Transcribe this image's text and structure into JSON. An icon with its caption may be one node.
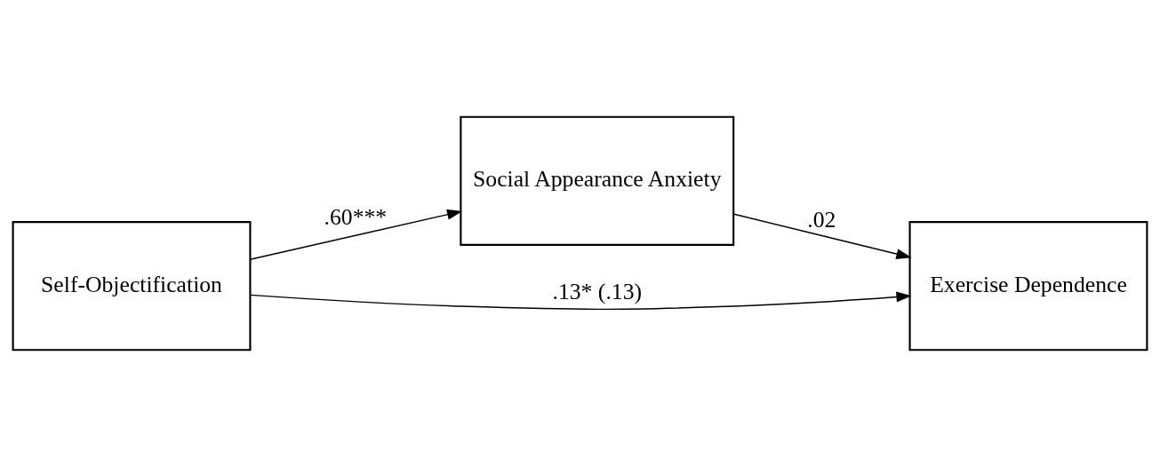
{
  "diagram": {
    "nodes": [
      {
        "text": [
          "Social Appearance Anxiety"
        ]
      },
      {
        "text": [
          "Self-Objectification"
        ]
      },
      {
        "text": [
          "Exercise Dependence"
        ]
      }
    ],
    "edges": [
      {
        "from": 1,
        "to": 0,
        "label": ".60***",
        "arrow": "to"
      },
      {
        "from": 0,
        "to": 2,
        "label": ".02",
        "arrow": "to"
      },
      {
        "from": 1,
        "to": 2,
        "label": ".13* (.13)",
        "arrow": "to"
      }
    ]
  }
}
